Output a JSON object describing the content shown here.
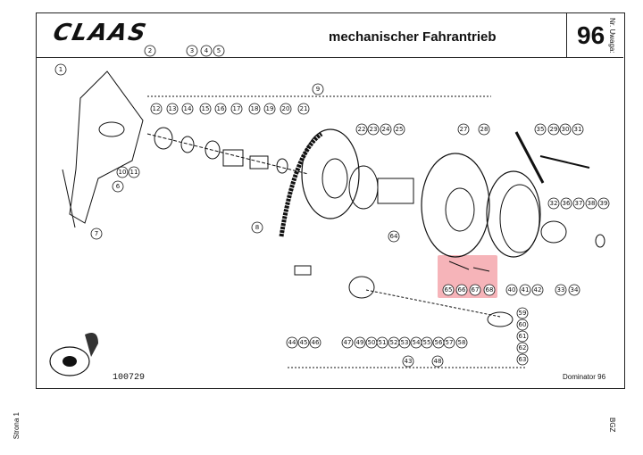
{
  "header": {
    "brand": "CLAAS",
    "title": "mechanischer Fahrantrieb",
    "page_number": "96"
  },
  "side_labels": {
    "top_right": "Nr. Uwaga:",
    "bottom_left": "Strona 1",
    "bottom_right": "BGZ"
  },
  "footer": {
    "drawing_code": "100729",
    "model": "Dominator 96"
  },
  "part_numbers": [
    "1",
    "2",
    "3",
    "4",
    "5",
    "6",
    "7",
    "8",
    "9",
    "10",
    "11",
    "12",
    "13",
    "14",
    "15",
    "16",
    "17",
    "18",
    "19",
    "20",
    "21",
    "22",
    "23",
    "24",
    "25",
    "27",
    "28",
    "29",
    "30",
    "31",
    "32",
    "33",
    "34",
    "35",
    "36",
    "37",
    "38",
    "39",
    "40",
    "41",
    "42",
    "43",
    "44",
    "45",
    "46",
    "47",
    "48",
    "49",
    "50",
    "51",
    "52",
    "53",
    "54",
    "55",
    "56",
    "57",
    "58",
    "59",
    "60",
    "61",
    "62",
    "63",
    "64",
    "65",
    "66",
    "67",
    "68"
  ],
  "highlight": {
    "color": "#f4a7ad",
    "parts": [
      "65",
      "66",
      "67",
      "68"
    ]
  }
}
